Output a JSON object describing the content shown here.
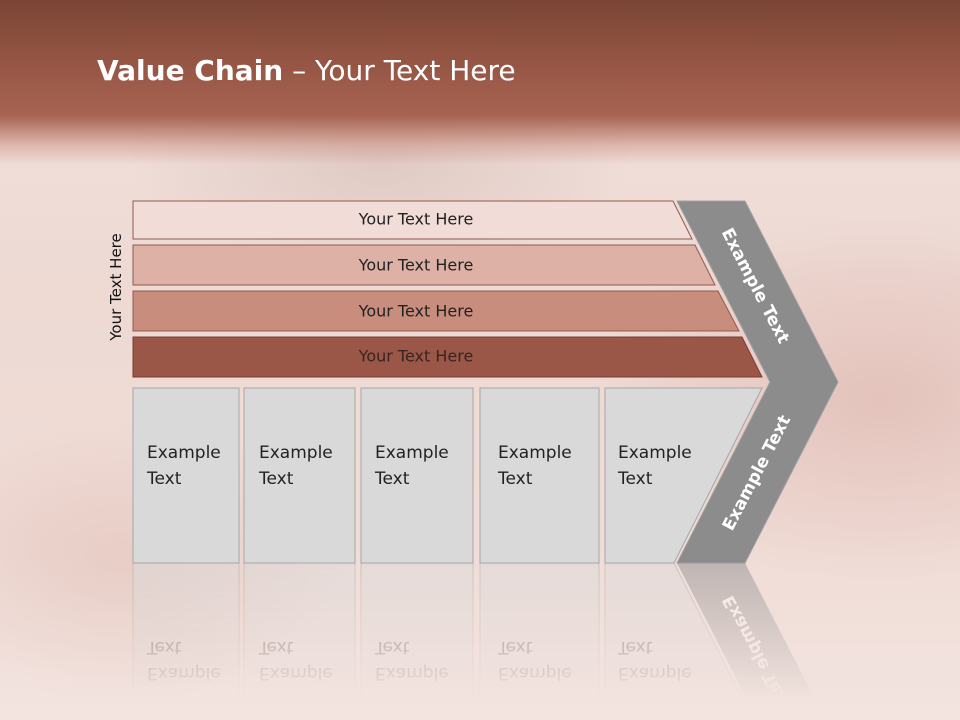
{
  "slide": {
    "title_bold": "Value Chain",
    "title_rest": " – Your Text Here",
    "side_label": "Your Text Here"
  },
  "bars": [
    {
      "label": "Your Text Here",
      "color": "#f1dcd8"
    },
    {
      "label": "Your Text Here",
      "color": "#ddb1a5"
    },
    {
      "label": "Your Text Here",
      "color": "#c98d7e"
    },
    {
      "label": "Your Text Here",
      "color": "#9a5646"
    }
  ],
  "boxes": [
    {
      "line1": "Example",
      "line2": "Text"
    },
    {
      "line1": "Example",
      "line2": "Text"
    },
    {
      "line1": "Example",
      "line2": "Text"
    },
    {
      "line1": "Example",
      "line2": "Text"
    },
    {
      "line1": "Example",
      "line2": "Text"
    }
  ],
  "arrow": {
    "upper_label": "Example Text",
    "lower_label": "Example Text",
    "color": "#8c8c8c"
  },
  "colors": {
    "box_fill": "#d9d9d9",
    "box_border": "#a6a6a6",
    "header_dark": "#7a4535"
  }
}
